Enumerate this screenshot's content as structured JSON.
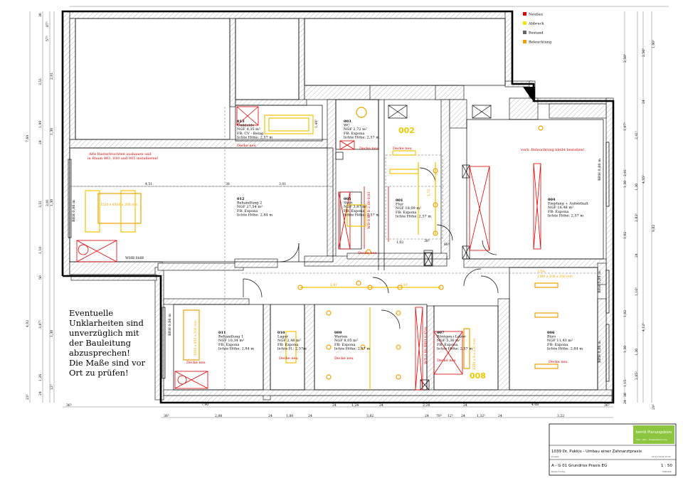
{
  "legend": [
    {
      "label": "Neubau",
      "color": "#e00000"
    },
    {
      "label": "Abbruch",
      "color": "#f5e400"
    },
    {
      "label": "Bestand",
      "color": "#666666"
    },
    {
      "label": "Beleuchtung",
      "color": "#f0a000"
    }
  ],
  "rooms": {
    "r013": {
      "lines": [
        "013",
        "Umkleide",
        "NGF 4,35 m²",
        "FB: CV - Belag",
        "lichte Höhe: 2,57 m"
      ]
    },
    "r003": {
      "lines": [
        "003",
        "WC",
        "NGF 2,72 m²",
        "FB: Expona",
        "lichte Höhe: 2,57 m"
      ]
    },
    "r012": {
      "lines": [
        "012",
        "Behandlung 2",
        "NGF 27,54 m²",
        "FB: Expona",
        "lichte Höhe: 2,84 m"
      ]
    },
    "r005": {
      "lines": [
        "005",
        "Steri",
        "NGF 3,87 m²",
        "FB: Expona",
        "lichte Höhe: 2,57 m"
      ]
    },
    "r001": {
      "lines": [
        "001",
        "Flur",
        "NGF 18,09 m²",
        "FB: Expona",
        "lichte Höhe: 2,57 m"
      ]
    },
    "r004": {
      "lines": [
        "004",
        "Empfang + Aufenthalt",
        "NGF 16,48 m²",
        "FB: Expona",
        "lichte Höhe: 2,57 m"
      ]
    },
    "r011": {
      "lines": [
        "011",
        "Behandlung 1",
        "NGF 10,34 m²",
        "FB: Expona",
        "lichte Höhe: 2,84 m"
      ]
    },
    "r010": {
      "lines": [
        "010",
        "Lager",
        "NGF 2,48 m²",
        "FB: Expona",
        "lichte H.: 2,57m"
      ]
    },
    "r009": {
      "lines": [
        "009",
        "Warten",
        "NGF 8,05 m²",
        "FB: Expona",
        "lichte Höhe: 2,57 m"
      ]
    },
    "r007": {
      "lines": [
        "007",
        "Röntgen+Labor",
        "NGF 5,36 m²",
        "FB: Expona",
        "lichte Höhe: 2,57 m"
      ]
    },
    "r006": {
      "lines": [
        "006",
        "Büro",
        "NGF 11,43 m²",
        "FB: Expona",
        "lichte Höhe: 2,84 m"
      ]
    }
  },
  "decke_neu": "Decke neu",
  "notes": {
    "raster": [
      "Alte Rasterleuchten ausbauen und",
      "in Raum 003, 010 und 005 installieren!"
    ],
    "beleuchtung": "vorh. Beleuchtung bleibt bestehen!",
    "bauleitung": [
      "Eventuelle",
      "Unklarheiten sind",
      "unverzüglich mit",
      "der Bauleitung",
      "abzusprechen!",
      "Die Maße sind vor",
      "Ort zu prüfen!"
    ]
  },
  "lights": {
    "l012": "1520 x 8104 x 200 mm",
    "l011": "1920 x 810 x 200 mm",
    "l006": "1180 x 106 x 200 mm",
    "l007": "1180 x 8 x 220 mm"
  },
  "wd": {
    "w005": "WD 0,80 B 2,00 0,03",
    "w007": "WD 0,88 BRH 0,85m"
  },
  "brh": [
    "BRH 0,86 m",
    "BRH 0,86 m",
    "BRH 0,86 m",
    "BRH 0,86 m",
    "BRH 0,86 m"
  ],
  "misc": {
    "whb": "WHB HdB",
    "n002": "002",
    "n008": "008",
    "lamp_pct": "3,5%"
  },
  "dims": {
    "inner_h": [
      "4,51",
      "38",
      "3,01",
      "1,02",
      "38⁵",
      "88⁵",
      "1,97",
      "1,97"
    ],
    "chain1": [
      "36⁵",
      "7,90",
      "24",
      "1,24",
      "24",
      "2,24",
      "24",
      "4,08",
      "36⁵"
    ],
    "chain2": [
      "36⁵",
      "2,88",
      "24",
      "1,00",
      "24",
      "3,82",
      "24",
      "70⁵",
      "12⁵",
      "24",
      "1,32⁵",
      "24",
      "3,22"
    ],
    "left_outer": [
      "7,69",
      "4,02",
      "23⁵"
    ],
    "left_inner": [
      "36",
      "87⁵",
      "3,51",
      "1,99",
      "24",
      "3,51",
      "1,10",
      "50",
      "3,87⁵",
      "1,26",
      "24"
    ],
    "left_fine": [
      "57⁵",
      "2,01",
      "1,30",
      "1,30",
      "2,01",
      "1,30",
      "12⁵"
    ],
    "right_outer": [
      "9,82",
      "1,90⁵",
      "29⁵"
    ],
    "right_mid": [
      "2,56⁵",
      "4,55⁵",
      "4,12⁵"
    ],
    "right_inner": [
      "2,50⁵",
      "24",
      "1,07⁵",
      "2,01",
      "1,30",
      "2,83⁵",
      "1,02",
      "24",
      "1,10⁵",
      "1,02",
      "1,30",
      "1,15",
      "38",
      "24"
    ],
    "right_fine": [
      "2,41⁵",
      "1,30",
      "1,30",
      "2,05⁵"
    ],
    "misc_v": [
      "1,44⁵",
      "1,72"
    ]
  },
  "title_block": {
    "company": "betrik Planungsbüro",
    "company_sub": "Plan · Bau · Projektsteuerung",
    "project": "1039 Dr. Pukkis - Umbau einer Zahnarztpraxis",
    "project_label": "Projekt",
    "date": "20.11.2019 10:52",
    "drawing": "A - G 01 Grundriss Praxis EG",
    "drawing_label": "Bezeichnung",
    "scale": "1 : 50",
    "scale_label": "Maßstab"
  }
}
